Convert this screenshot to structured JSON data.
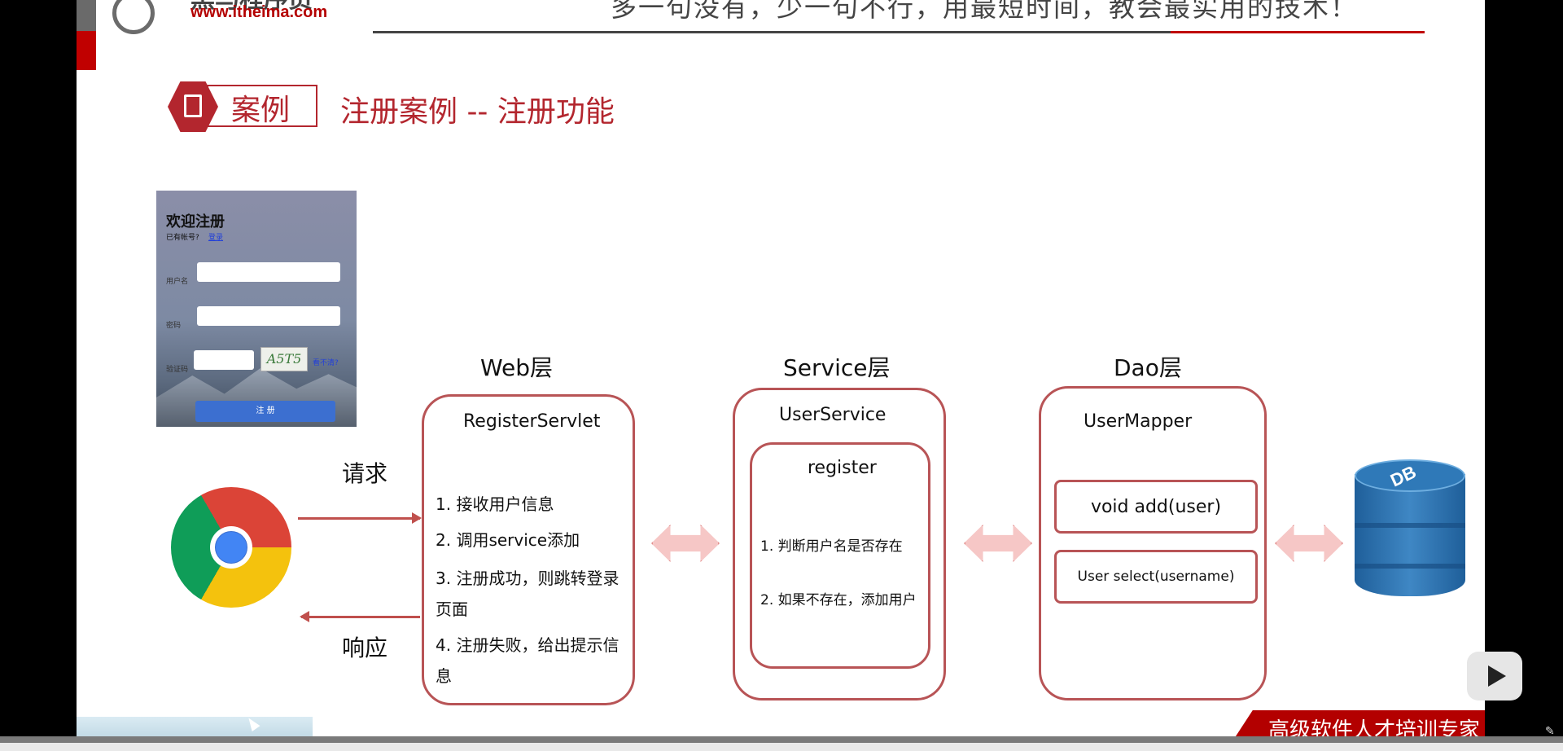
{
  "header": {
    "logo_title": "黑马程序员",
    "logo_url": "www.itheima.com",
    "slogan": "多一句没有，少一句不行，用最短时间，教会最实用的技术！"
  },
  "case": {
    "badge": "案例",
    "title": "注册案例 -- 注册功能"
  },
  "register_page": {
    "title": "欢迎注册",
    "account_hint": "已有帐号?",
    "login_link": "登录",
    "username_label": "用户名",
    "password_label": "密码",
    "captcha_label": "验证码",
    "captcha_text": "A5T5",
    "change_link": "看不清?",
    "submit": "注 册"
  },
  "flow": {
    "request_label": "请求",
    "response_label": "响应"
  },
  "web_layer": {
    "title": "Web层",
    "component": "RegisterServlet",
    "steps": [
      "1. 接收用户信息",
      "2. 调用service添加",
      "3. 注册成功，则跳转登录页面",
      "4. 注册失败，给出提示信息"
    ]
  },
  "service_layer": {
    "title": "Service层",
    "component": "UserService",
    "method": "register",
    "steps": [
      "1. 判断用户名是否存在",
      "2. 如果不存在，添加用户"
    ]
  },
  "dao_layer": {
    "title": "Dao层",
    "component": "UserMapper",
    "methods": [
      "void add(user)",
      "User select(username)"
    ]
  },
  "database": {
    "label": "DB"
  },
  "footer": {
    "banner": "高级软件人才培训专家"
  },
  "colors": {
    "accent": "#b3262e",
    "box_border": "#b85456",
    "arrow": "#c0504d"
  }
}
